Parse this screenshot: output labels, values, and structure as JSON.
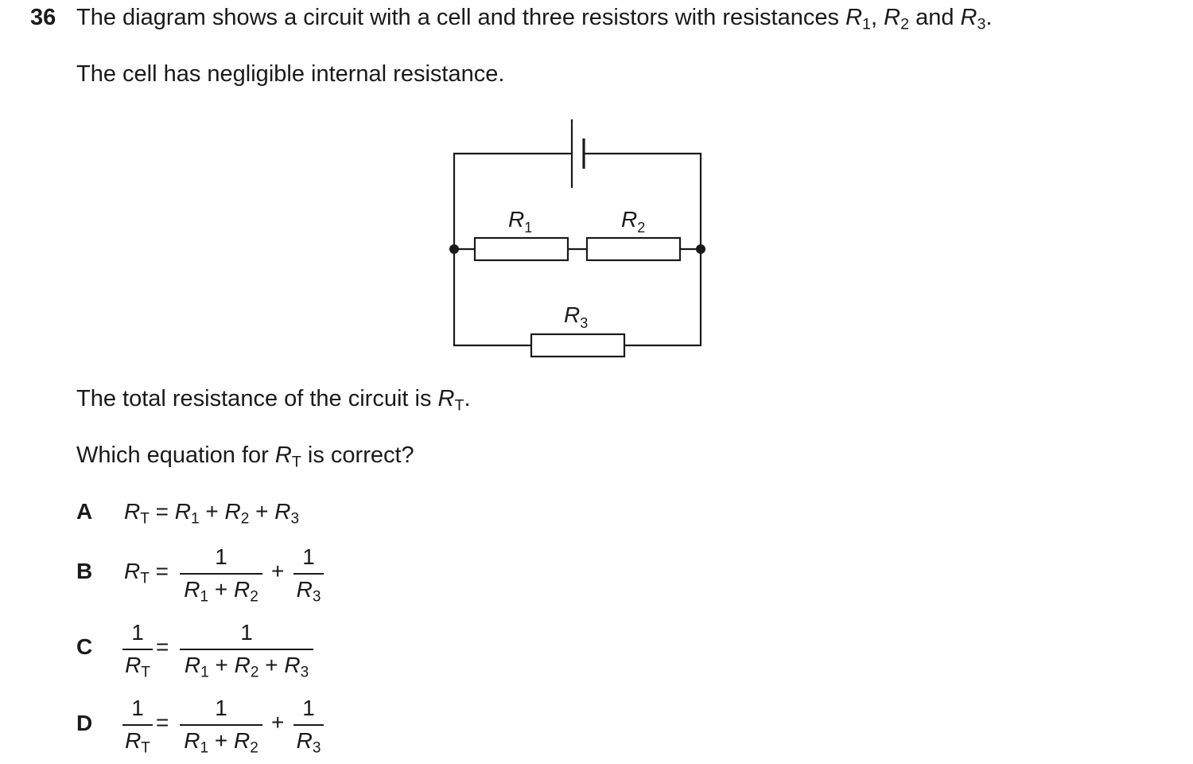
{
  "question": {
    "number": "36",
    "stem_line1_start": "The diagram shows a circuit with a cell and three resistors with resistances ",
    "stem_line1_and": " and ",
    "stem_line2": "The cell has negligible internal resistance.",
    "total_line_start": "The total resistance of the circuit is ",
    "which_line_start": "Which equation for ",
    "which_line_end": " is correct?"
  },
  "symbols": {
    "R": "R",
    "sub1": "1",
    "sub2": "2",
    "sub3": "3",
    "subT": "T",
    "one": "1",
    "eq": "=",
    "plus": "+",
    "comma": ",",
    "period": "."
  },
  "diagram": {
    "label_r1": "R",
    "label_r2": "R",
    "label_r3": "R",
    "sub_r1": "1",
    "sub_r2": "2",
    "sub_r3": "3"
  },
  "options": {
    "a": {
      "letter": "A",
      "equation": "R_T = R_1 + R_2 + R_3"
    },
    "b": {
      "letter": "B",
      "equation": "R_T = 1/(R_1 + R_2) + 1/R_3"
    },
    "c": {
      "letter": "C",
      "equation": "1/R_T = 1/(R_1 + R_2 + R_3)"
    },
    "d": {
      "letter": "D",
      "equation": "1/R_T = 1/(R_1 + R_2) + 1/R_3"
    }
  }
}
